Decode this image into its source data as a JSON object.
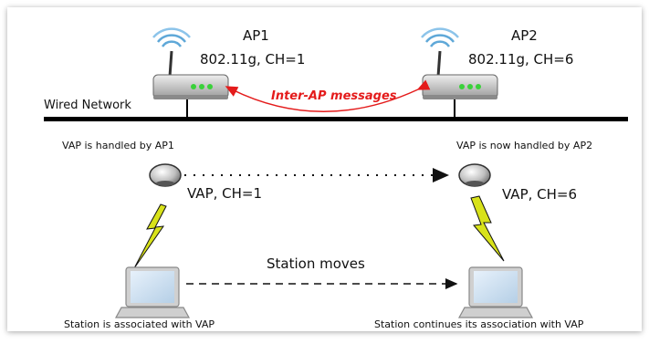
{
  "ap1": {
    "name": "AP1",
    "spec": "802.11g, CH=1"
  },
  "ap2": {
    "name": "AP2",
    "spec": "802.11g, CH=6"
  },
  "wired_network_label": "Wired Network",
  "inter_ap_label": "Inter-AP messages",
  "vap_left": {
    "caption": "VAP is handled by AP1",
    "label": "VAP, CH=1"
  },
  "vap_right": {
    "caption": "VAP is now handled by AP2",
    "label": "VAP, CH=6"
  },
  "station_moves_label": "Station moves",
  "station_left_caption": "Station is associated with VAP",
  "station_right_caption": "Station continues its association with VAP",
  "colors": {
    "inter_ap": "#e41b1b",
    "wired_line": "#000000",
    "lightning": "#d8e21a"
  }
}
